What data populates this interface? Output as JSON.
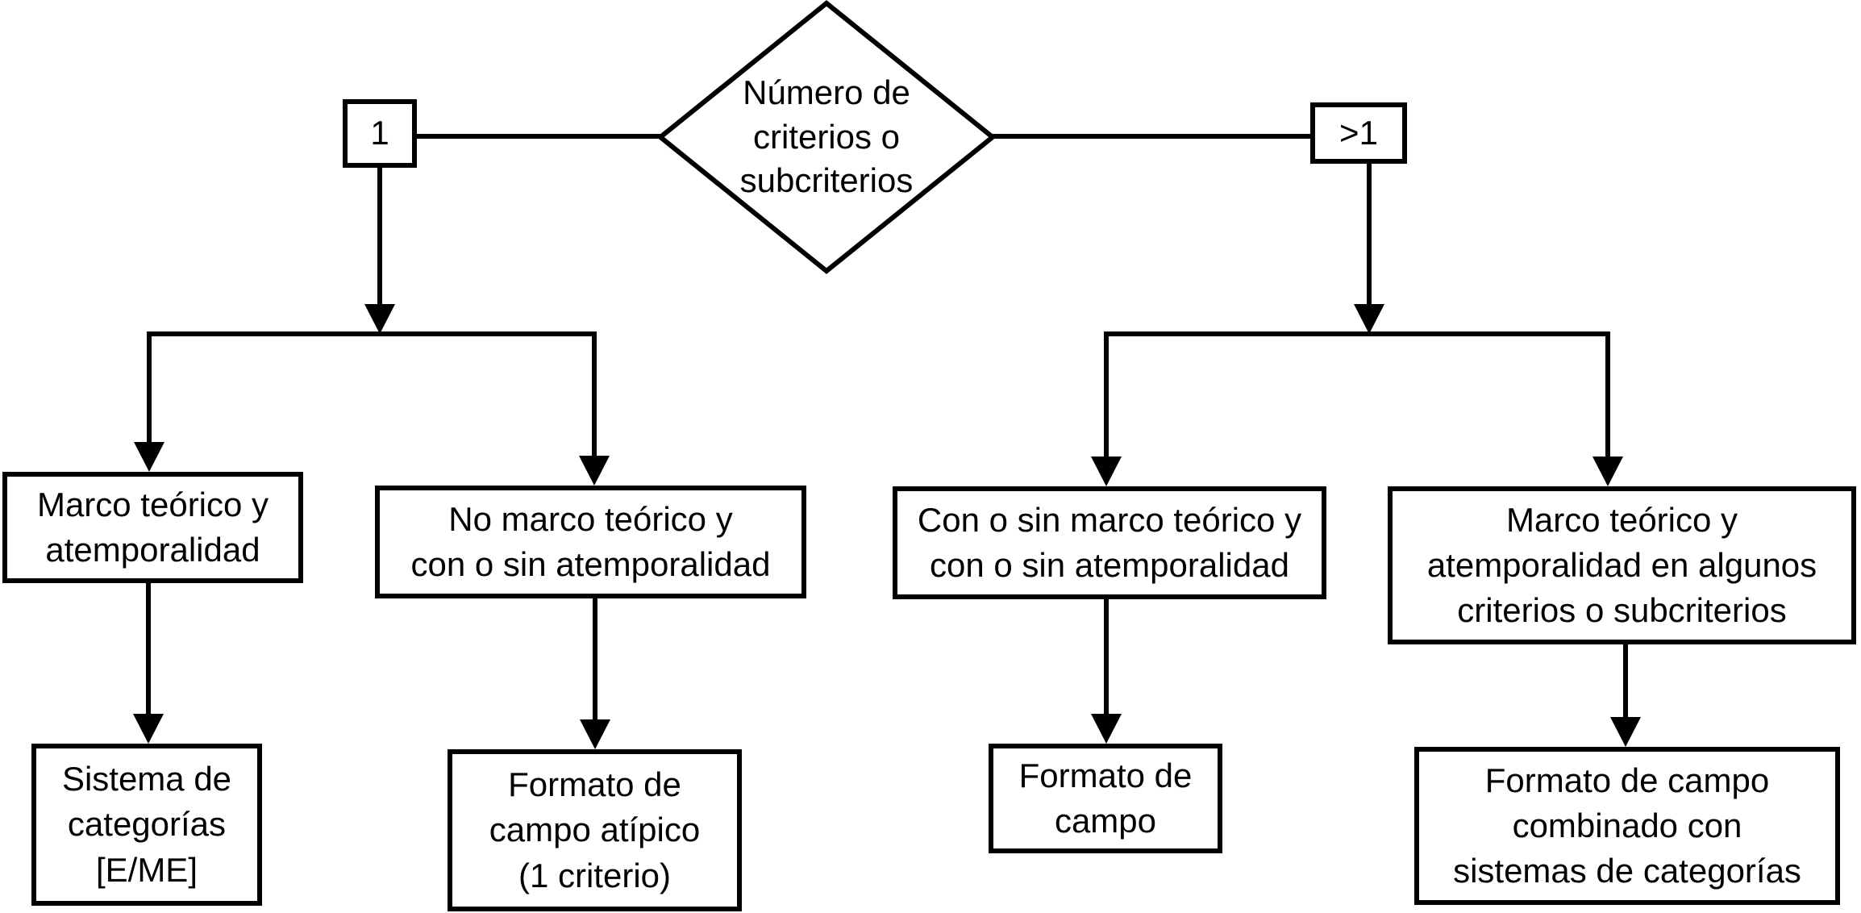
{
  "colors": {
    "ink": "#000000",
    "background": "#ffffff"
  },
  "flowchart": {
    "decision": {
      "label": "Número de\ncriterios o\nsubcriterios"
    },
    "branch_labels": {
      "one": "1",
      "many": ">1"
    },
    "level2": [
      {
        "id": "marco-teorico-y-atemporalidad",
        "label": "Marco teórico y\natemporalidad"
      },
      {
        "id": "no-marco-teorico",
        "label": "No marco teórico y\ncon o sin atemporalidad"
      },
      {
        "id": "con-o-sin-marco-teorico",
        "label": "Con o sin marco teórico y\ncon o sin atemporalidad"
      },
      {
        "id": "marco-teorico-en-algunos",
        "label": "Marco teórico y\natemporalidad en algunos\ncriterios o subcriterios"
      }
    ],
    "level3": [
      {
        "id": "sistema-de-categorias",
        "label": "Sistema de\ncategorías\n[E/ME]"
      },
      {
        "id": "formato-campo-atipico",
        "label": "Formato de\ncampo atípico\n(1 criterio)"
      },
      {
        "id": "formato-de-campo",
        "label": "Formato de\ncampo"
      },
      {
        "id": "formato-campo-combinado",
        "label": "Formato de campo\ncombinado con\nsistemas de categorías"
      }
    ]
  }
}
